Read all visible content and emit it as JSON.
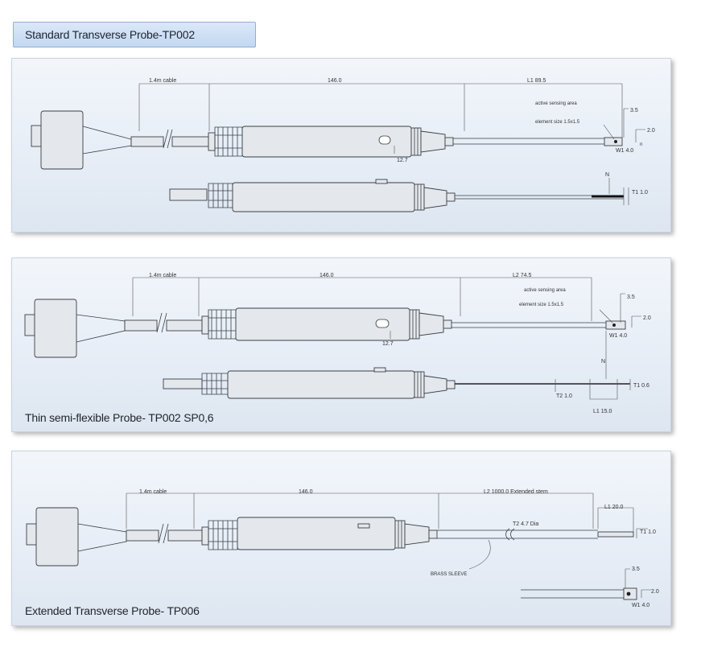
{
  "header": {
    "title": "Standard Transverse  Probe-TP002"
  },
  "panels": [
    {
      "caption": "",
      "labels": {
        "cable": "1.4m cable",
        "body_length": "146.0",
        "stem_length": "L1 89.5",
        "sensing_area": "active sensing area",
        "element_size": "element size 1.5x1.5",
        "dim_3_5": "3.5",
        "dim_2_0": "2.0",
        "width": "W1 4.0",
        "n_small": "n",
        "grip_dia": "12.7",
        "n_marker": "N",
        "thickness": "T1 1.0"
      }
    },
    {
      "caption": "Thin semi-flexible Probe- TP002 SP0,6",
      "labels": {
        "cable": "1.4m cable",
        "body_length": "146.0",
        "stem_length": "L2 74.5",
        "sensing_area": "active sensing area",
        "element_size": "element size 1.5x1.5",
        "dim_3_5": "3.5",
        "dim_2_0": "2.0",
        "width": "W1 4.0",
        "grip_dia": "12.7",
        "n_marker": "N",
        "thickness_tip": "T1 0.6",
        "thickness_stem": "T2 1.0",
        "tip_length": "L1 15.0"
      }
    },
    {
      "caption": "Extended Transverse Probe- TP006",
      "labels": {
        "cable": "1.4m cable",
        "body_length": "146.0",
        "stem_length": "L2 1000.0 Extended stem",
        "tip_length": "L1 20.0",
        "stem_dia": "T2 4.7 Dia",
        "thickness": "T1 1.0",
        "sleeve": "BRASS SLEEVE",
        "dim_3_5": "3.5",
        "dim_2_0": "2.0",
        "width": "W1 4.0"
      }
    }
  ]
}
